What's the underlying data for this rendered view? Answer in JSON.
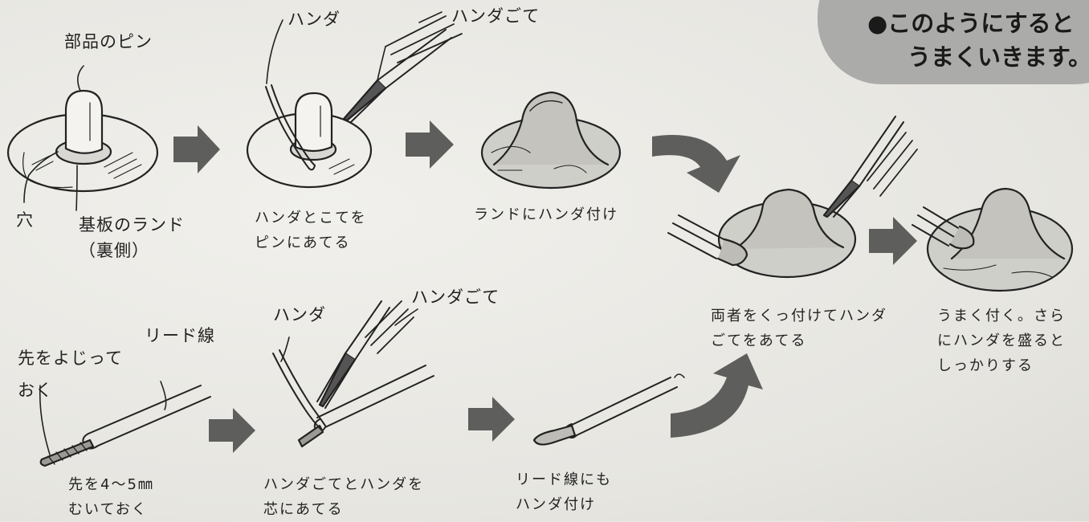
{
  "tip": {
    "line1": "●このようにすると",
    "line2": "うまくいきます。"
  },
  "labels": {
    "pin": "部品のピン",
    "hole": "穴",
    "land_line1": "基板のランド",
    "land_line2": "（裏側）",
    "solder_top": "ハンダ",
    "iron_top": "ハンダごて",
    "solder_bottom": "ハンダ",
    "iron_bottom": "ハンダごて",
    "lead_wire": "リード線",
    "twist_line1": "先をよじって",
    "twist_line2": "おく"
  },
  "captions": {
    "step2_line1": "ハンダとこてを",
    "step2_line2": "ピンにあてる",
    "step3": "ランドにハンダ付け",
    "join_line1": "両者をくっ付けてハンダ",
    "join_line2": "ごてをあてる",
    "final_line1": "うまく付く。さら",
    "final_line2": "にハンダを盛ると",
    "final_line3": "しっかりする",
    "strip_line1": "先を4～5㎜",
    "strip_line2": "むいておく",
    "wire_iron_line1": "ハンダごてとハンダを",
    "wire_iron_line2": "芯にあてる",
    "wire_tin_line1": "リード線にも",
    "wire_tin_line2": "ハンダ付け"
  }
}
